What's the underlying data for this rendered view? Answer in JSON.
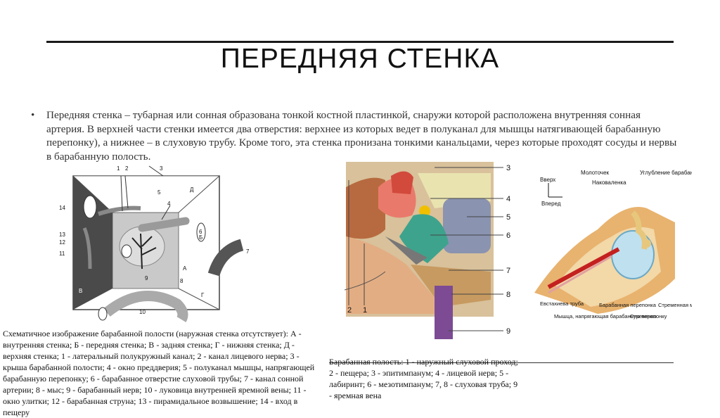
{
  "slide": {
    "title": "ПЕРЕДНЯЯ СТЕНКА",
    "bullet_symbol": "•",
    "bullet_text": "Передняя стенка – тубарная или сонная образована тонкой костной пластинкой, снаружи которой расположена внутренняя сонная артерия. В верхней части стенки имеется два отверстия: верхнее из которых ведет в полуканал для мышцы натягивающей барабанную перепонку), а нижнее – в слуховую трубу. Кроме того, эта стенка пронизана тонкими канальцами, через которые проходят сосуды и нервы в барабанную полость."
  },
  "figure1": {
    "numbers": [
      "1",
      "2",
      "3",
      "4",
      "5",
      "6",
      "7",
      "8",
      "9",
      "10",
      "11",
      "12",
      "13",
      "14"
    ],
    "letters": {
      "A": "А",
      "B": "Б",
      "V": "В",
      "G": "Г",
      "D": "Д"
    },
    "caption": "Схематичное изображение барабанной полости (наружная стенка отсутствует): А - внутренняя стенка; Б - передняя стенка; В - задняя стенка; Г - нижняя стенка; Д - верхняя стенка; 1 - латеральный полукружный канал; 2 - канал лицевого нерва; 3 - крыша барабанной полости; 4 - окно преддверия; 5 - полуканал мышцы, напрягающей барабанную перепонку; 6 - барабанное отверстие слуховой трубы; 7 - канал сонной артерии; 8 - мыс; 9 - барабанный нерв; 10 - луковица внутренней яремной вены; 11 - окно улитки; 12 - барабанная струна; 13 - пирамидальное возвышение; 14 - вход в пещеру"
  },
  "figure2": {
    "left_labels": [
      "2",
      "1"
    ],
    "right_labels": [
      "3",
      "4",
      "5",
      "6",
      "7",
      "8",
      "9"
    ],
    "caption": "Барабанная полость: 1 - наружный слуховой проход; 2 - пещера; 3 - эпитимпанум; 4 - лицевой нерв; 5 - лабиринт; 6 - мезотимпанум; 7, 8 - слуховая труба; 9 - яремная вена"
  },
  "figure3": {
    "orientation": {
      "up": "Вверх",
      "forward": "Вперед"
    },
    "labels": {
      "hammer": "Молоточек",
      "anvil": "Наковаленка",
      "recess": "Углубление барабанной полости",
      "tube": "Евстахиева труба",
      "muscle": "Мышца, напрягающая барабанную перепонку",
      "membrane": "Барабанная перепонка",
      "stirrup": "Стремечко",
      "stapedius": "Стременная мышца"
    }
  }
}
